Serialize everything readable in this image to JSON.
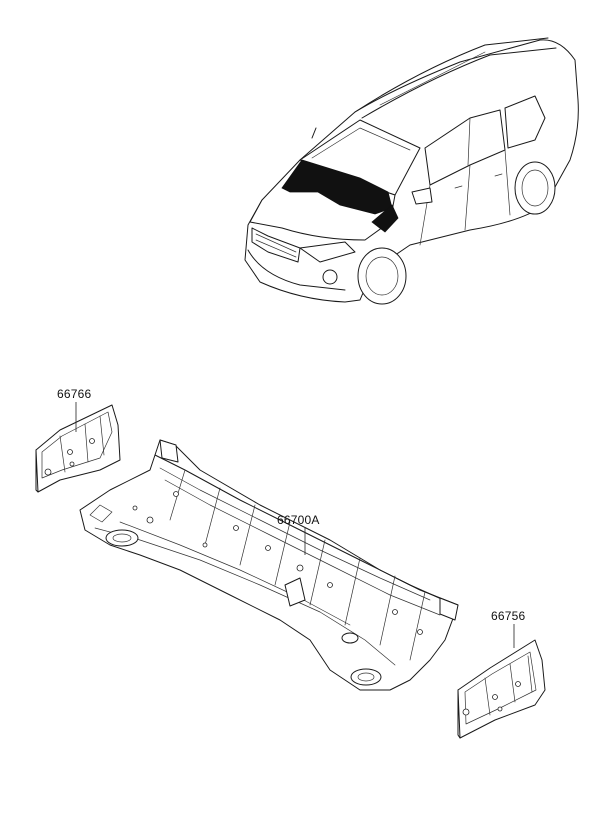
{
  "parts": {
    "cowl_panel_assembly": {
      "part_no": "66700A"
    },
    "left_side_panel": {
      "part_no": "66766"
    },
    "right_side_panel": {
      "part_no": "66756"
    }
  }
}
